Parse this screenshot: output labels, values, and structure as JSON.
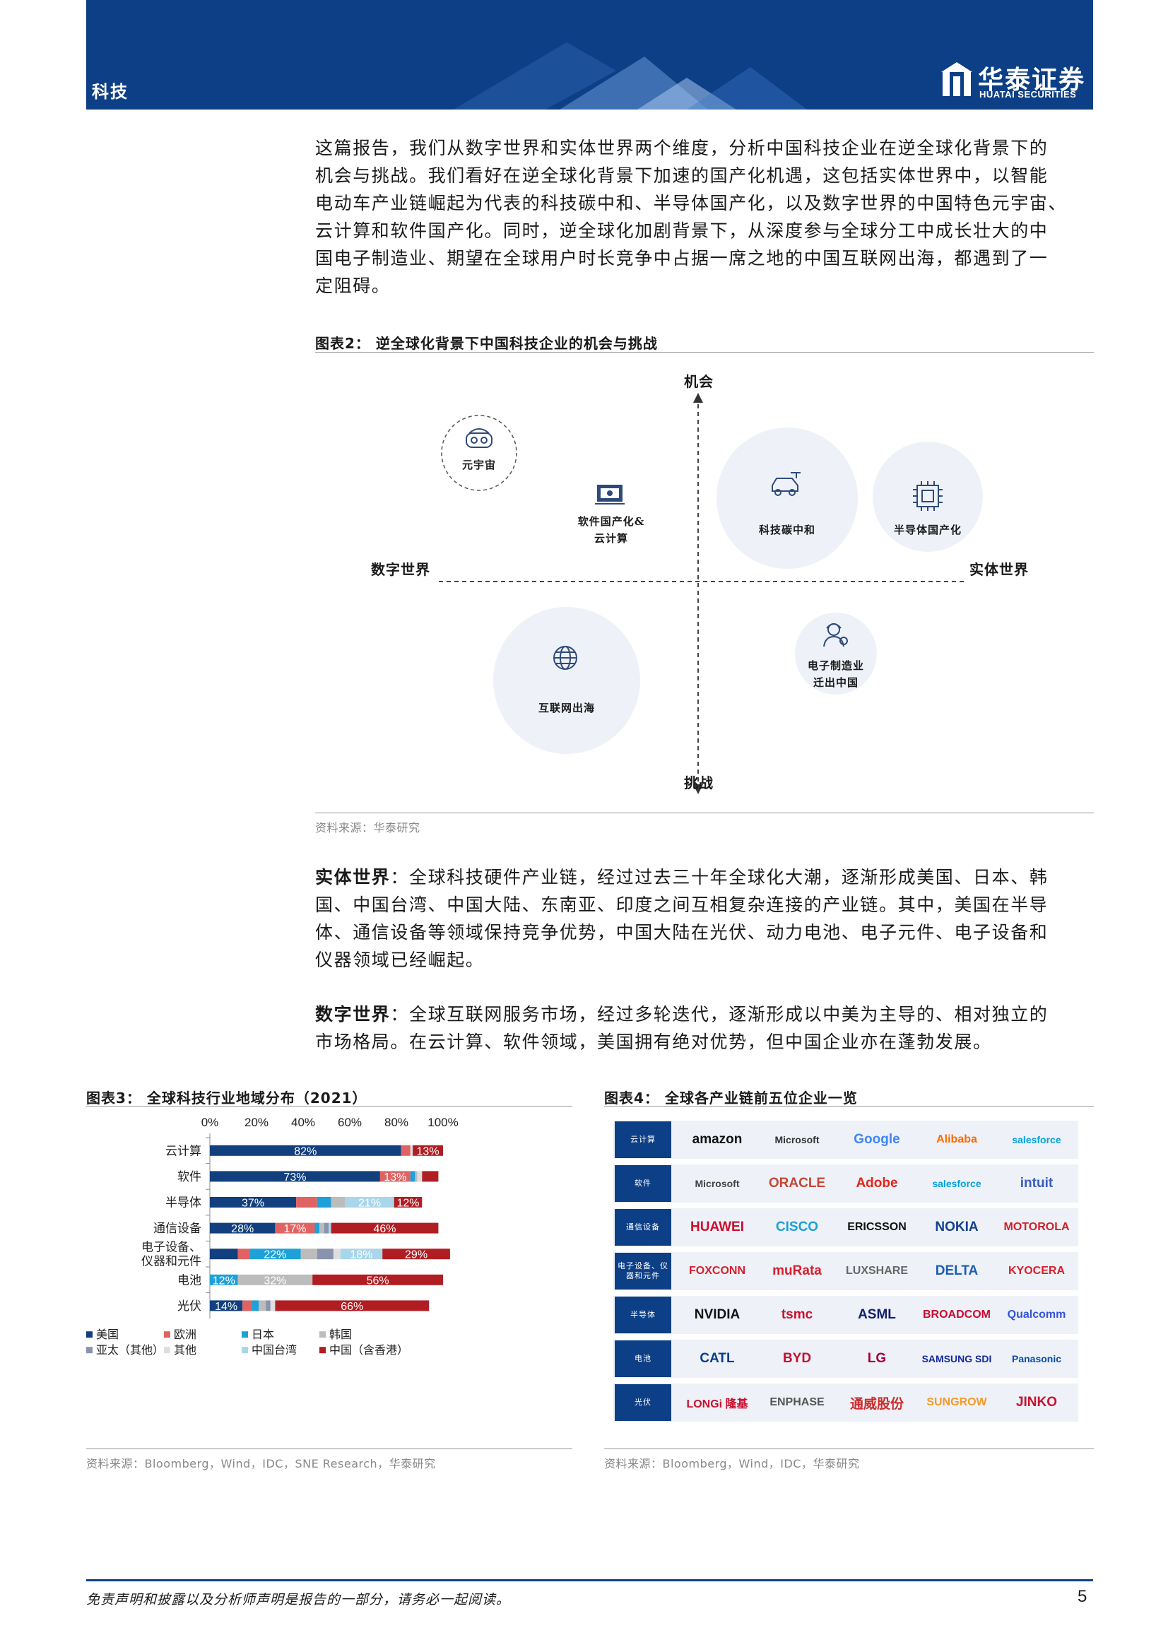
{
  "header": {
    "section": "科技",
    "logo_cn": "华泰证券",
    "logo_en": "HUATAI SECURITIES"
  },
  "intro": {
    "lines": [
      "这篇报告，我们从数字世界和实体世界两个维度，分析中国科技企业在逆全球化背景下的",
      "机会与挑战。我们看好在逆全球化背景下加速的国产化机遇，这包括实体世界中，以智能",
      "电动车产业链崛起为代表的科技碳中和、半导体国产化，以及数字世界的中国特色元宇宙、",
      "云计算和软件国产化。同时，逆全球化加剧背景下，从深度参与全球分工中成长壮大的中",
      "国电子制造业、期望在全球用户时长竞争中占据一席之地的中国互联网出海，都遇到了一",
      "定阻碍。"
    ]
  },
  "fig2": {
    "title": "图表2：   逆全球化背景下中国科技企业的机会与挑战",
    "axis_top": "机会",
    "axis_bottom": "挑战",
    "axis_left": "数字世界",
    "axis_right": "实体世界",
    "bubbles": {
      "metaverse": "元宇宙",
      "software_l1": "软件国产化&",
      "software_l2": "云计算",
      "carbon": "科技碳中和",
      "semi": "半导体国产化",
      "internet": "互联网出海",
      "mfg_l1": "电子制造业",
      "mfg_l2": "迁出中国"
    },
    "source": "资料来源：华泰研究"
  },
  "physical": {
    "label": "实体世界",
    "lines": [
      "：全球科技硬件产业链，经过过去三十年全球化大潮，逐渐形成美国、日本、韩",
      "国、中国台湾、中国大陆、东南亚、印度之间互相复杂连接的产业链。其中，美国在半导",
      "体、通信设备等领域保持竞争优势，中国大陆在光伏、动力电池、电子元件、电子设备和",
      "仪器领域已经崛起。"
    ]
  },
  "digital": {
    "label": "数字世界",
    "lines": [
      "：全球互联网服务市场，经过多轮迭代，逐渐形成以中美为主导的、相对独立的",
      "市场格局。在云计算、软件领域，美国拥有绝对优势，但中国企业亦在蓬勃发展。"
    ]
  },
  "fig3": {
    "title": "图表3：   全球科技行业地域分布（2021）",
    "source": "资料来源：Bloomberg，Wind，IDC，SNE Research，华泰研究"
  },
  "chart_data": {
    "type": "bar",
    "orientation": "horizontal",
    "stacked": true,
    "xlim": [
      0,
      100
    ],
    "xticks": [
      "0%",
      "20%",
      "40%",
      "60%",
      "80%",
      "100%"
    ],
    "categories": [
      "云计算",
      "软件",
      "半导体",
      "通信设备",
      "电子设备、仪器和元件",
      "电池",
      "光伏"
    ],
    "series": [
      {
        "name": "美国",
        "color": "#123f7e",
        "values": [
          82,
          73,
          37,
          28,
          12,
          0,
          14
        ]
      },
      {
        "name": "欧洲",
        "color": "#e06363",
        "values": [
          4,
          13,
          9,
          17,
          5,
          0,
          4
        ]
      },
      {
        "name": "日本",
        "color": "#1ea0d8",
        "values": [
          0,
          2,
          6,
          2,
          22,
          12,
          3
        ]
      },
      {
        "name": "韩国",
        "color": "#bcbcbc",
        "values": [
          0,
          1,
          6,
          2,
          7,
          32,
          3
        ]
      },
      {
        "name": "亚太（其他）",
        "color": "#8a93ad",
        "values": [
          0,
          0,
          0,
          2,
          7,
          0,
          2
        ]
      },
      {
        "name": "其他",
        "color": "#dedede",
        "values": [
          1,
          2,
          0,
          0,
          3,
          0,
          2
        ]
      },
      {
        "name": "中国台湾",
        "color": "#a9d6ea",
        "values": [
          0,
          0,
          21,
          1,
          18,
          0,
          0
        ]
      },
      {
        "name": "中国（含香港）",
        "color": "#b01e23",
        "values": [
          13,
          7,
          12,
          46,
          29,
          56,
          66
        ]
      }
    ],
    "data_labels": [
      {
        "category": "云计算",
        "series": "美国",
        "text": "82%"
      },
      {
        "category": "云计算",
        "series": "中国（含香港）",
        "text": "13%"
      },
      {
        "category": "软件",
        "series": "美国",
        "text": "73%"
      },
      {
        "category": "软件",
        "series": "欧洲",
        "text": "13%"
      },
      {
        "category": "半导体",
        "series": "美国",
        "text": "37%"
      },
      {
        "category": "半导体",
        "series": "中国台湾",
        "text": "21%"
      },
      {
        "category": "半导体",
        "series": "中国（含香港）",
        "text": "12%"
      },
      {
        "category": "通信设备",
        "series": "美国",
        "text": "28%"
      },
      {
        "category": "通信设备",
        "series": "欧洲",
        "text": "17%"
      },
      {
        "category": "通信设备",
        "series": "中国（含香港）",
        "text": "46%"
      },
      {
        "category": "电子设备、仪器和元件",
        "series": "日本",
        "text": "22%"
      },
      {
        "category": "电子设备、仪器和元件",
        "series": "中国台湾",
        "text": "18%"
      },
      {
        "category": "电子设备、仪器和元件",
        "series": "中国（含香港）",
        "text": "29%"
      },
      {
        "category": "电池",
        "series": "日本",
        "text": "12%"
      },
      {
        "category": "电池",
        "series": "韩国",
        "text": "32%"
      },
      {
        "category": "电池",
        "series": "中国（含香港）",
        "text": "56%"
      },
      {
        "category": "光伏",
        "series": "美国",
        "text": "14%"
      },
      {
        "category": "光伏",
        "series": "中国（含香港）",
        "text": "66%"
      }
    ],
    "legend_position": "bottom",
    "grid": false
  },
  "fig4": {
    "title": "图表4：   全球各产业链前五位企业一览",
    "source": "资料来源：Bloomberg，Wind，IDC，华泰研究",
    "rows": [
      {
        "category": "云计算",
        "companies": [
          "amazon",
          "Microsoft",
          "Google",
          "Alibaba",
          "salesforce"
        ]
      },
      {
        "category": "软件",
        "companies": [
          "Microsoft",
          "ORACLE",
          "Adobe",
          "salesforce",
          "intuit"
        ]
      },
      {
        "category": "通信设备",
        "companies": [
          "HUAWEI",
          "CISCO",
          "ERICSSON",
          "NOKIA",
          "MOTOROLA"
        ]
      },
      {
        "category": "电子设备、仪器和元件",
        "companies": [
          "FOXCONN",
          "muRata",
          "LUXSHARE",
          "DELTA",
          "KYOCERA"
        ]
      },
      {
        "category": "半导体",
        "companies": [
          "NVIDIA",
          "tsmc",
          "ASML",
          "BROADCOM",
          "Qualcomm"
        ]
      },
      {
        "category": "电池",
        "companies": [
          "CATL",
          "BYD",
          "LG",
          "SAMSUNG SDI",
          "Panasonic"
        ]
      },
      {
        "category": "光伏",
        "companies": [
          "LONGi 隆基",
          "ENPHASE",
          "通威股份",
          "SUNGROW",
          "JINKO"
        ]
      }
    ]
  },
  "colors": {
    "brand": "#0d3f86",
    "bubble": "#eef2f8"
  },
  "footer": {
    "disclaimer": "免责声明和披露以及分析师声明是报告的一部分，请务必一起阅读。",
    "page": "5"
  }
}
